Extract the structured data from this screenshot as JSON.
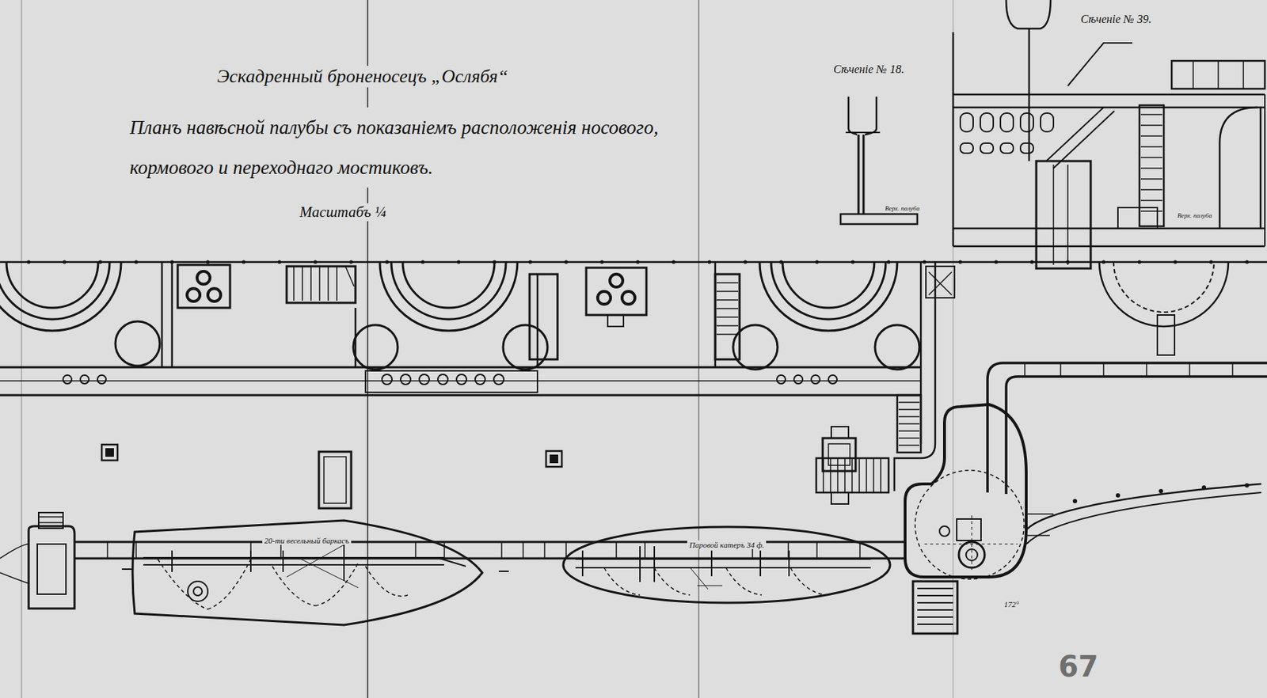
{
  "diagram": {
    "title": "Эскадренный броненосецъ „Ослябя“",
    "nodes": [
      {
        "text": [
          "20-ти весельный баркасъ"
        ]
      },
      {
        "text": [
          "Паровой катеръ 34 ф."
        ]
      }
    ],
    "labels": [
      "Планъ навѣсной палубы съ показаніемъ расположенія носового, кормового и переходнаго мостиковъ.",
      "Масштабъ ¼",
      "Сѣченіе № 18.",
      "Сѣченіе № 39.",
      "Верх. палуба",
      "Верх. палуба",
      "172°",
      "67"
    ]
  }
}
